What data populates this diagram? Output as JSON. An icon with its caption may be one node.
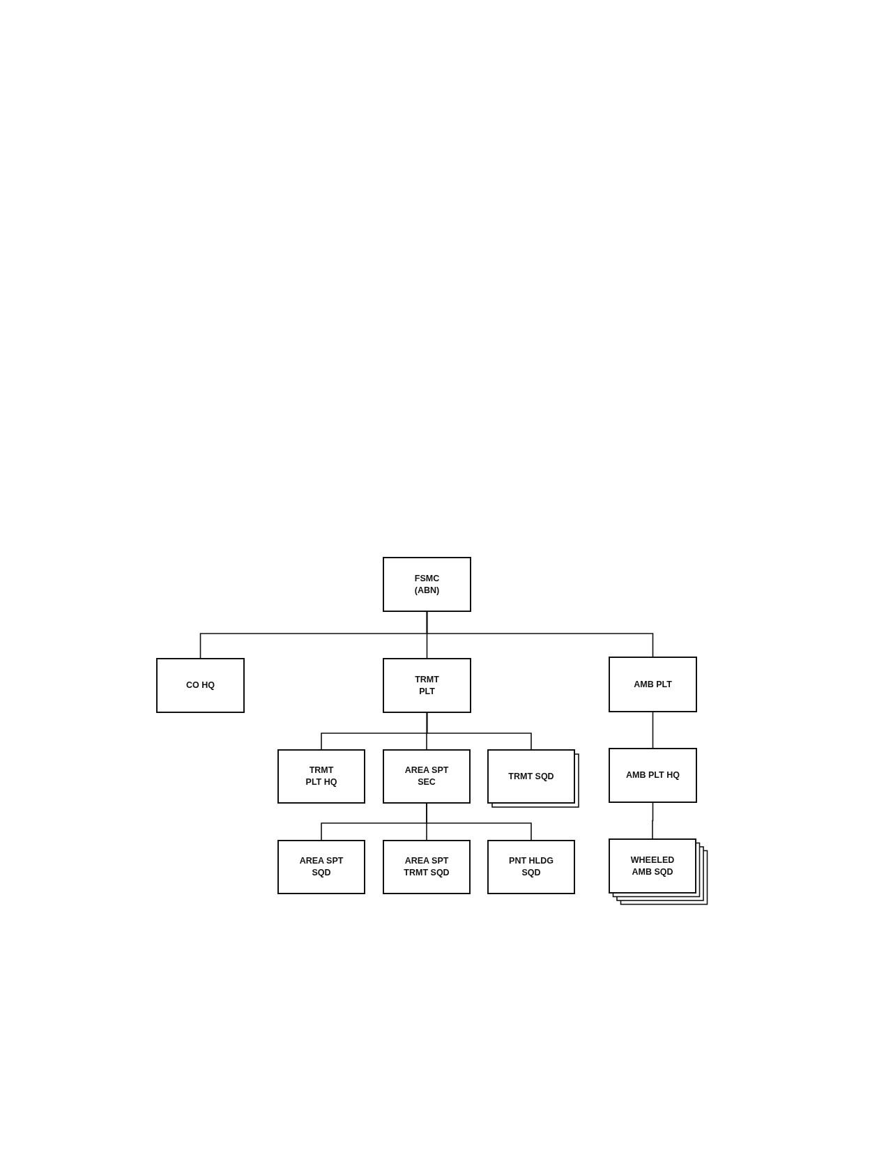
{
  "diagram": {
    "nodes": [
      {
        "text": [
          "FSMC (ABN)"
        ]
      },
      {
        "text": [
          "CO HQ"
        ]
      },
      {
        "text": [
          "TRMT PLT"
        ]
      },
      {
        "text": [
          "AMB PLT"
        ]
      },
      {
        "text": [
          "TRMT PLT HQ"
        ]
      },
      {
        "text": [
          "AREA SPT SEC"
        ]
      },
      {
        "text": [
          "TRMT SQD"
        ]
      },
      {
        "text": [
          "AMB PLT HQ"
        ]
      },
      {
        "text": [
          "AREA SPT SQD"
        ]
      },
      {
        "text": [
          "AREA SPT TRMT SQD"
        ]
      },
      {
        "text": [
          "PNT HLDG SQD"
        ]
      },
      {
        "text": [
          "WHEELED AMB SQD"
        ]
      }
    ],
    "edges": [
      {
        "from": 0,
        "to": 1,
        "arrow": "none"
      },
      {
        "from": 0,
        "to": 2,
        "arrow": "none"
      },
      {
        "from": 0,
        "to": 3,
        "arrow": "none"
      },
      {
        "from": 2,
        "to": 4,
        "arrow": "none"
      },
      {
        "from": 2,
        "to": 5,
        "arrow": "none"
      },
      {
        "from": 2,
        "to": 6,
        "arrow": "none"
      },
      {
        "from": 3,
        "to": 7,
        "arrow": "none"
      },
      {
        "from": 5,
        "to": 8,
        "arrow": "none"
      },
      {
        "from": 5,
        "to": 9,
        "arrow": "none"
      },
      {
        "from": 5,
        "to": 10,
        "arrow": "none"
      },
      {
        "from": 7,
        "to": 11,
        "arrow": "none"
      }
    ]
  }
}
